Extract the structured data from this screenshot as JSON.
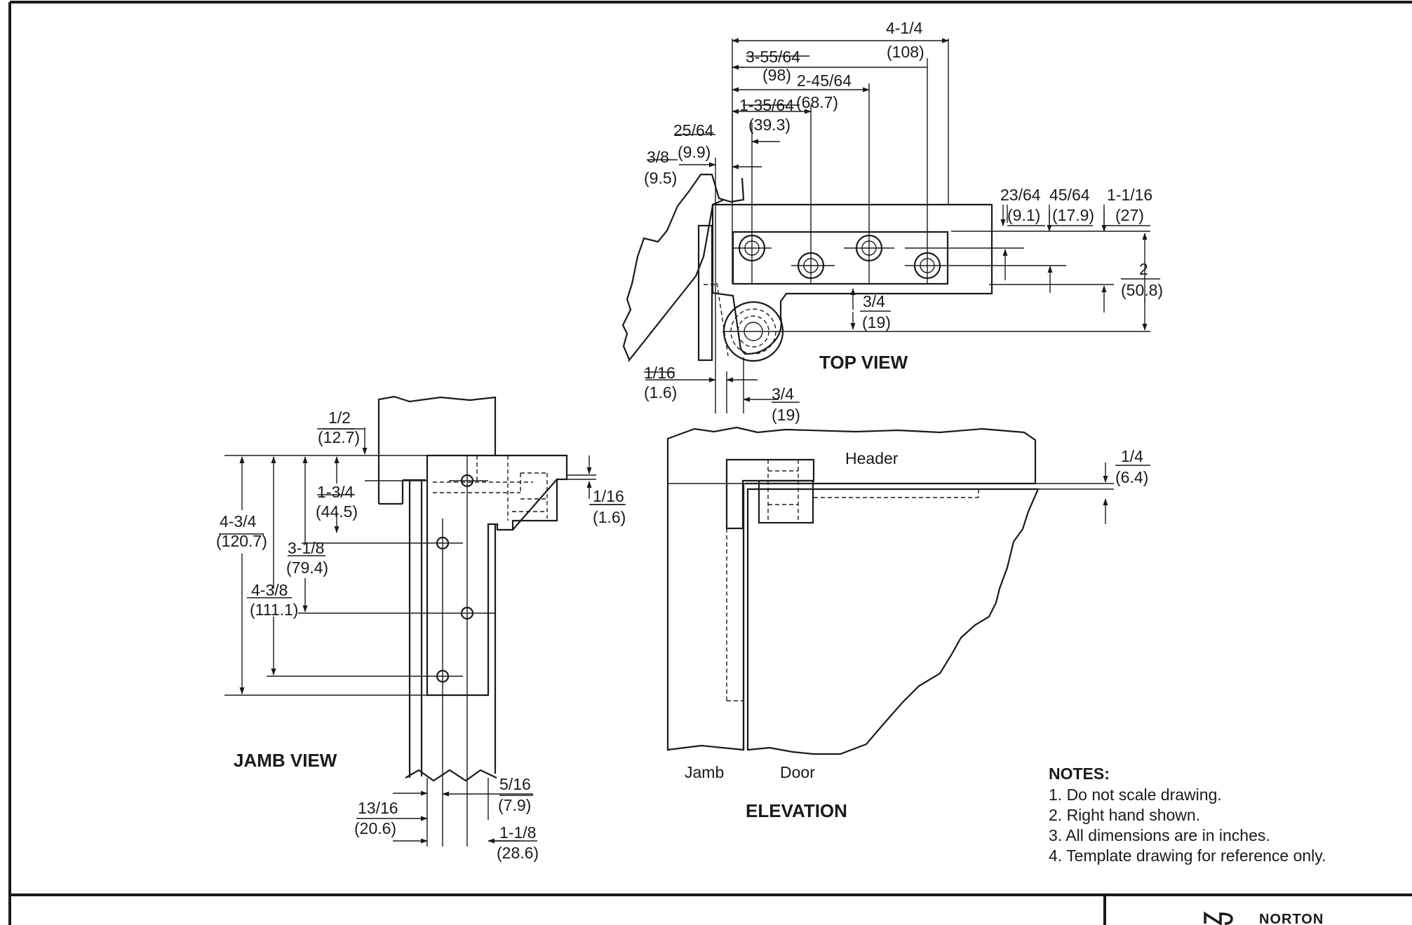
{
  "views": {
    "top": "TOP VIEW",
    "jamb": "JAMB VIEW",
    "elevation": "ELEVATION"
  },
  "labels": {
    "header": "Header",
    "jamb": "Jamb",
    "door": "Door"
  },
  "notes": {
    "title": "NOTES:",
    "items": [
      "1. Do not scale drawing.",
      "2. Right hand shown.",
      "3. All dimensions are in inches.",
      "4. Template drawing for reference only."
    ]
  },
  "brand": "NORTON",
  "dimensions": {
    "top": {
      "d1": {
        "frac": "4-1/4",
        "mm": "(108)"
      },
      "d2": {
        "frac": "3-55/64",
        "mm": "(98)"
      },
      "d3": {
        "frac": "2-45/64",
        "mm": "(68.7)"
      },
      "d4": {
        "frac": "1-35/64",
        "mm": "(39.3)"
      },
      "d5": {
        "frac": "25/64",
        "mm": "(9.9)"
      },
      "d6": {
        "frac": "3/8",
        "mm": "(9.5)"
      },
      "d7": {
        "frac": "23/64",
        "mm": "(9.1)"
      },
      "d8": {
        "frac": "45/64",
        "mm": "(17.9)"
      },
      "d9": {
        "frac": "1-1/16",
        "mm": "(27)"
      },
      "d10": {
        "frac": "2",
        "mm": "(50.8)"
      },
      "d11": {
        "frac": "3/4",
        "mm": "(19)"
      },
      "d12": {
        "frac": "1/16",
        "mm": "(1.6)"
      },
      "d13": {
        "frac": "3/4",
        "mm": "(19)"
      }
    },
    "jamb": {
      "d1": {
        "frac": "1/2",
        "mm": "(12.7)"
      },
      "d2": {
        "frac": "1-3/4",
        "mm": "(44.5)"
      },
      "d3": {
        "frac": "4-3/4",
        "mm": "(120.7)"
      },
      "d4": {
        "frac": "3-1/8",
        "mm": "(79.4)"
      },
      "d5": {
        "frac": "4-3/8",
        "mm": "(111.1)"
      },
      "d6": {
        "frac": "1/16",
        "mm": "(1.6)"
      },
      "d7": {
        "frac": "5/16",
        "mm": "(7.9)"
      },
      "d8": {
        "frac": "13/16",
        "mm": "(20.6)"
      },
      "d9": {
        "frac": "1-1/8",
        "mm": "(28.6)"
      }
    },
    "elevation": {
      "d1": {
        "frac": "1/4",
        "mm": "(6.4)"
      }
    }
  }
}
